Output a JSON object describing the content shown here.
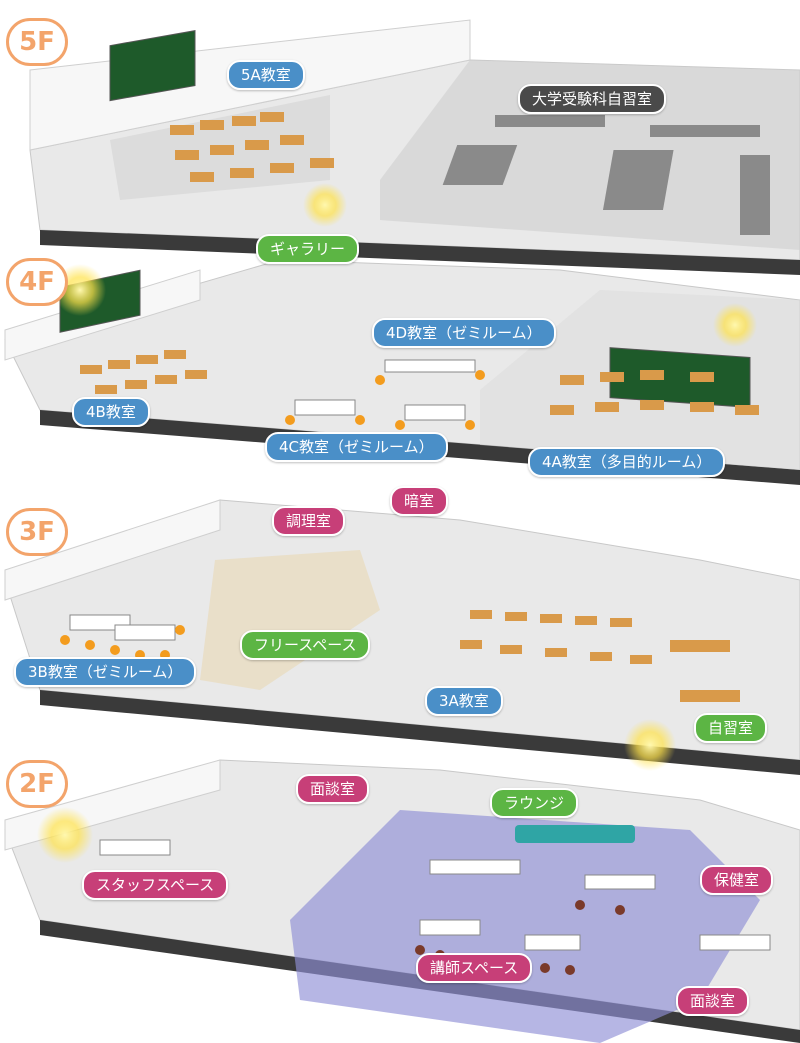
{
  "colors": {
    "blue": "#4a8fc8",
    "green": "#5cb544",
    "pink": "#c73f78",
    "dark": "#4a4a4a",
    "floor_orange": "#f3a46b",
    "lounge_purple": "#8f8fd6"
  },
  "floors": [
    {
      "badge": "5F",
      "labels": [
        {
          "text": "5A教室",
          "style": "blue"
        },
        {
          "text": "大学受験科自習室",
          "style": "dark"
        },
        {
          "text": "ギャラリー",
          "style": "green"
        }
      ]
    },
    {
      "badge": "4F",
      "labels": [
        {
          "text": "4D教室（ゼミルーム）",
          "style": "blue"
        },
        {
          "text": "4B教室",
          "style": "blue"
        },
        {
          "text": "4C教室（ゼミルーム）",
          "style": "blue"
        },
        {
          "text": "4A教室（多目的ルーム）",
          "style": "blue"
        }
      ]
    },
    {
      "badge": "3F",
      "labels": [
        {
          "text": "暗室",
          "style": "pink"
        },
        {
          "text": "調理室",
          "style": "pink"
        },
        {
          "text": "フリースペース",
          "style": "green"
        },
        {
          "text": "3B教室（ゼミルーム）",
          "style": "blue"
        },
        {
          "text": "3A教室",
          "style": "blue"
        },
        {
          "text": "自習室",
          "style": "green"
        }
      ]
    },
    {
      "badge": "2F",
      "labels": [
        {
          "text": "面談室",
          "style": "pink"
        },
        {
          "text": "ラウンジ",
          "style": "green"
        },
        {
          "text": "スタッフスペース",
          "style": "pink"
        },
        {
          "text": "保健室",
          "style": "pink"
        },
        {
          "text": "講師スペース",
          "style": "pink"
        },
        {
          "text": "面談室",
          "style": "pink"
        }
      ]
    }
  ]
}
